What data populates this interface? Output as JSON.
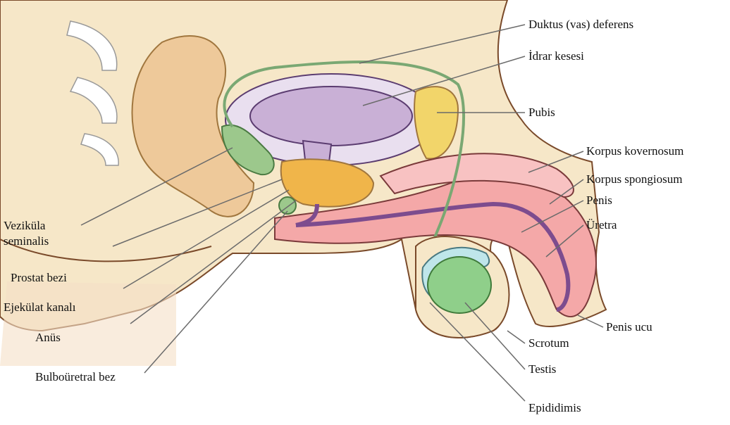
{
  "labels": {
    "vas_deferens": "Duktus (vas) deferens",
    "bladder": "İdrar kesesi",
    "pubis": "Pubis",
    "corpus_cavernosum": "Korpus kovernosum",
    "corpus_spongiosum": "Korpus spongiosum",
    "penis": "Penis",
    "urethra": "Üretra",
    "glans": "Penis ucu",
    "scrotum": "Scrotum",
    "testis": "Testis",
    "epididymis": "Epididimis",
    "seminal_vesicle": "Veziküla seminalis",
    "prostate": "Prostat   bezi",
    "ejaculatory_duct": "Ejekülat kanalı",
    "anus": "Anüs",
    "bulbourethral": "Bulboüretral bez"
  },
  "colors": {
    "skin": "#f6e7c8",
    "skin_shade": "#ead3a6",
    "tan": "#f0d9a0",
    "outline": "#7a4a2a",
    "rectum": "#eec99a",
    "bladder": "#c9b0d6",
    "bladder_wall": "#e9dfef",
    "duct": "#7aa873",
    "vesicle": "#9cc88c",
    "prostate": "#f0b54a",
    "pubis": "#f2d56a",
    "erectile": "#f4a8a8",
    "urethra": "#7d4c8e",
    "testis": "#8fcf8a",
    "epididymis": "#bfe6ea",
    "leader": "#6b6b6b"
  }
}
